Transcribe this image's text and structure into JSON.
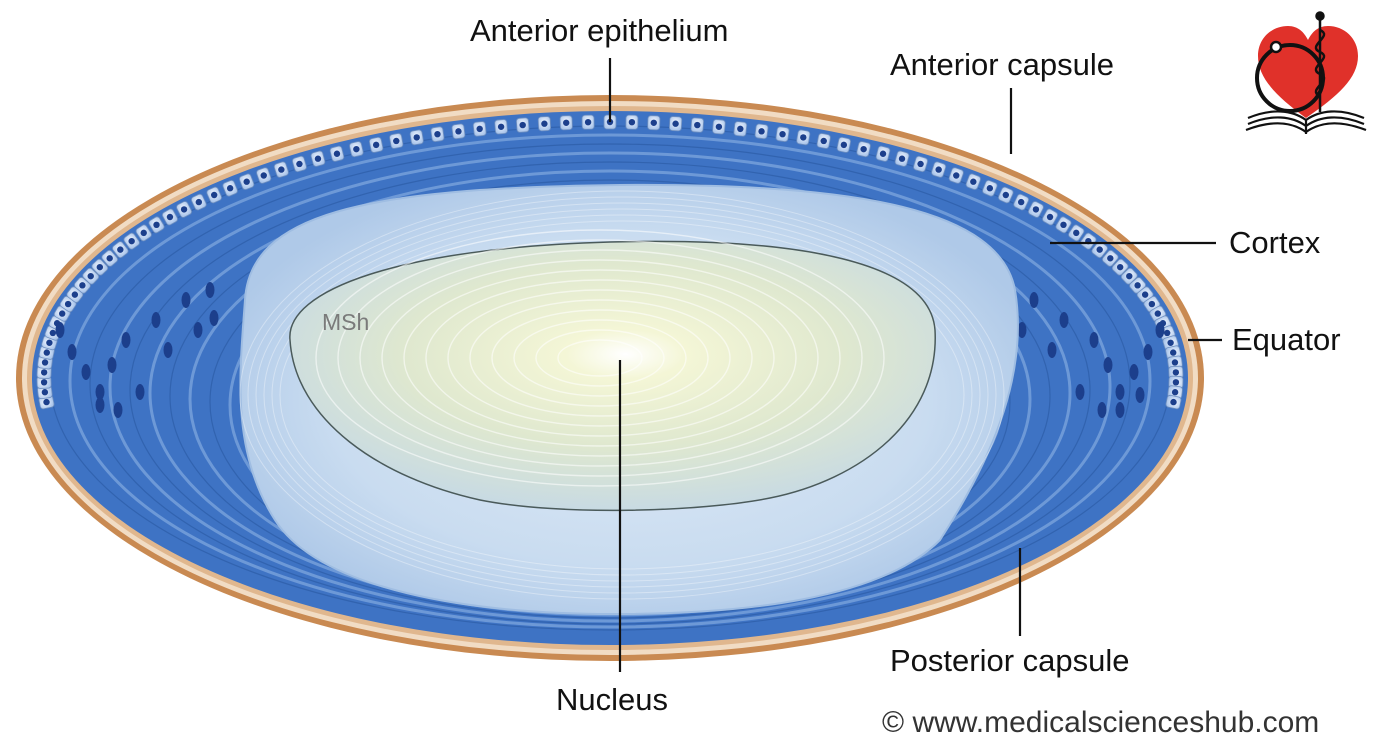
{
  "labels": {
    "anterior_epithelium": "Anterior epithelium",
    "anterior_capsule": "Anterior capsule",
    "cortex": "Cortex",
    "equator": "Equator",
    "nucleus": "Nucleus",
    "posterior_capsule": "Posterior capsule"
  },
  "watermark": {
    "initials": "MSh"
  },
  "copyright": "© www.medicalscienceshub.com",
  "logo": {
    "icons": [
      "heart-icon",
      "stethoscope-icon",
      "caduceus-icon",
      "open-book-icon"
    ]
  },
  "colors": {
    "capsule": "#c98a52",
    "cortex_blue": "#3d74c6",
    "cortex_light": "#c5d8ee",
    "nucleus_center": "#f6f8d8",
    "nucleus_outer": "#c7dbe6",
    "cell_nucleus": "#1c3f8c",
    "leader": "#111111",
    "logo_heart": "#e0312a"
  }
}
